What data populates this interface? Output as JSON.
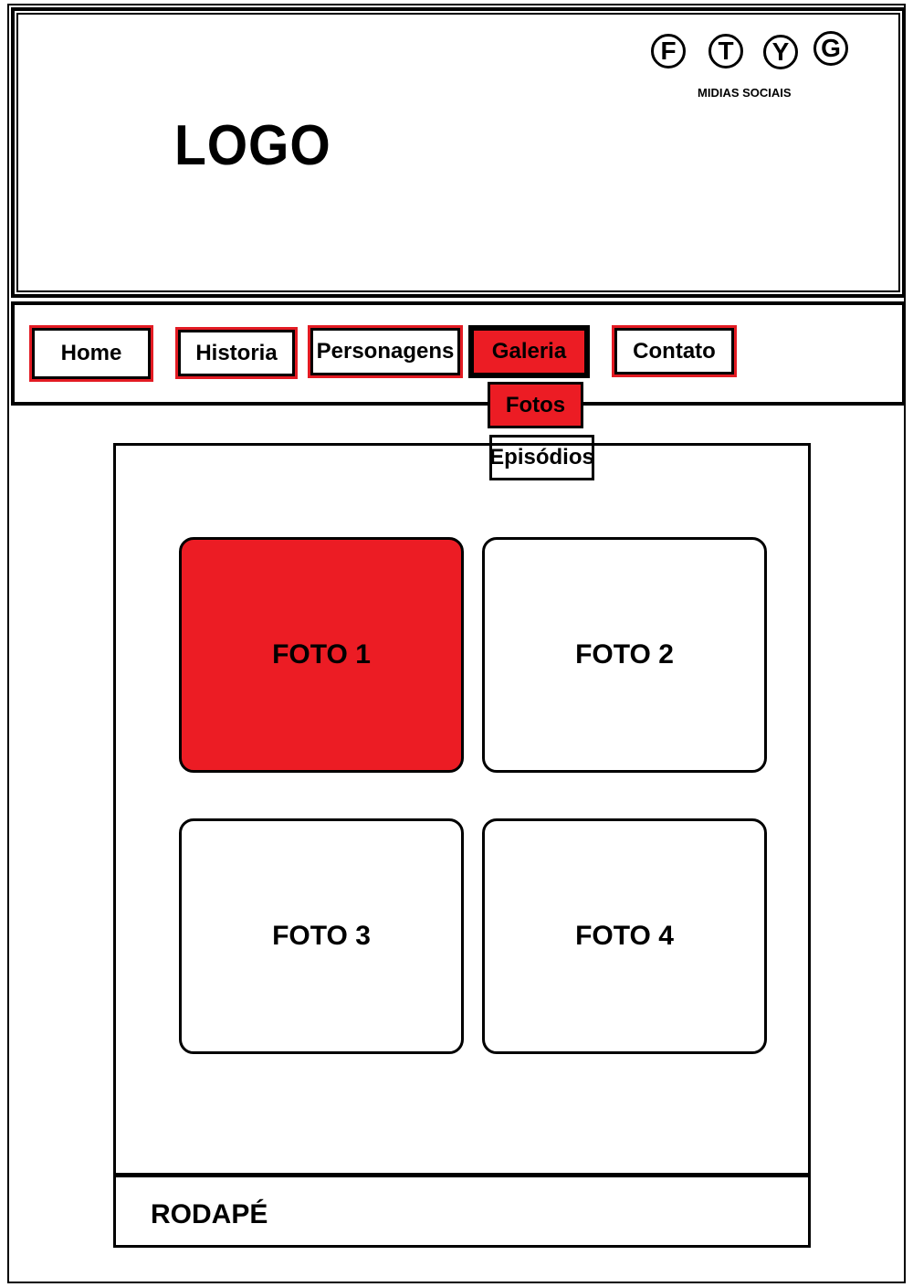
{
  "header": {
    "logo_text": "LOGO",
    "social": {
      "label": "MIDIAS SOCIAIS",
      "icons": [
        {
          "letter": "F",
          "name": "facebook-icon"
        },
        {
          "letter": "T",
          "name": "twitter-icon"
        },
        {
          "letter": "Y",
          "name": "youtube-icon"
        },
        {
          "letter": "G",
          "name": "google-plus-icon"
        }
      ]
    }
  },
  "nav": {
    "items": [
      {
        "label": "Home"
      },
      {
        "label": "Historia"
      },
      {
        "label": "Personagens"
      },
      {
        "label": "Galeria",
        "active": true
      },
      {
        "label": "Contato"
      }
    ],
    "dropdown": [
      {
        "label": "Fotos",
        "active": true
      },
      {
        "label": "Episódios"
      }
    ]
  },
  "gallery": {
    "photos": [
      {
        "label": "FOTO 1",
        "active": true
      },
      {
        "label": "FOTO 2"
      },
      {
        "label": "FOTO 3"
      },
      {
        "label": "FOTO 4"
      }
    ]
  },
  "footer": {
    "label": "RODAPÉ"
  },
  "colors": {
    "accent": "#ec1c24",
    "border": "#000000",
    "background": "#ffffff"
  }
}
